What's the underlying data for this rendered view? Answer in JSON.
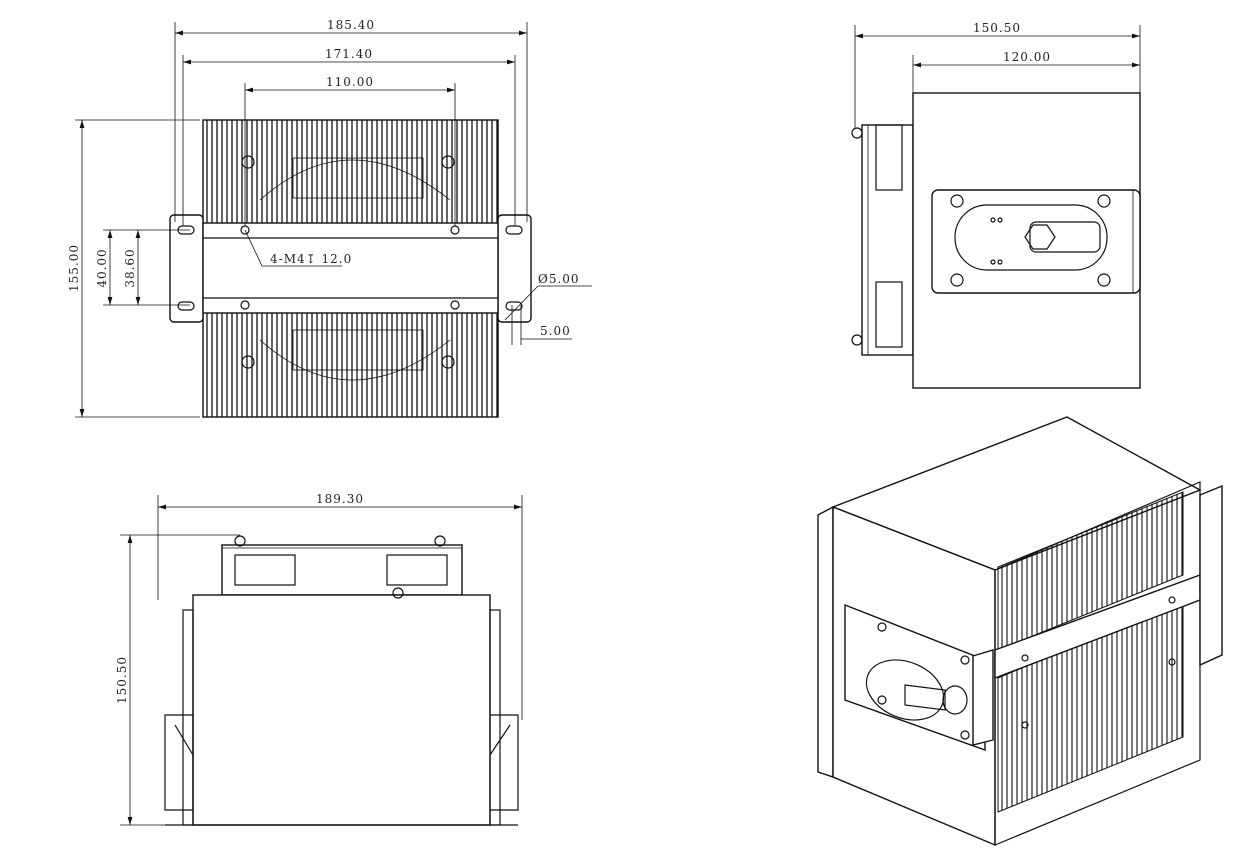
{
  "top_view": {
    "dims": {
      "overall_width": "185.40",
      "slot_span": "171.40",
      "hole_span": "110.00",
      "height": "155.00",
      "slot_pitch": "40.00",
      "hole_pitch": "38.60",
      "tapped_holes": "4-M4↧ 12.0",
      "slot_diameter": "Ø5.00",
      "slot_offset": "5.00"
    }
  },
  "side_view": {
    "dims": {
      "overall_depth": "150.50",
      "body_depth": "120.00"
    }
  },
  "front_view": {
    "dims": {
      "overall_width": "189.30",
      "overall_height": "150.50"
    }
  },
  "colors": {
    "line": "#111111",
    "background": "#ffffff"
  }
}
